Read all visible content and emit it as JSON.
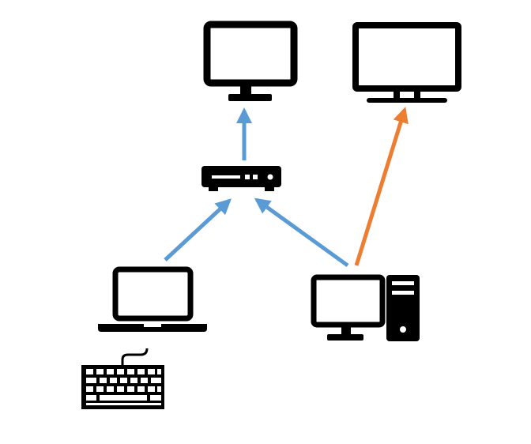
{
  "diagram": {
    "nodes": [
      {
        "id": "monitor-top",
        "icon": "monitor-icon"
      },
      {
        "id": "widescreen-display",
        "icon": "widescreen-monitor-icon"
      },
      {
        "id": "switch-box",
        "icon": "kvm-switch-icon"
      },
      {
        "id": "laptop",
        "icon": "laptop-icon"
      },
      {
        "id": "keyboard",
        "icon": "keyboard-icon"
      },
      {
        "id": "desktop-pc",
        "icon": "desktop-computer-icon"
      }
    ],
    "edges": [
      {
        "from": "switch-box",
        "to": "monitor-top",
        "color": "#5B9BD5"
      },
      {
        "from": "laptop",
        "to": "switch-box",
        "color": "#5B9BD5"
      },
      {
        "from": "desktop-pc",
        "to": "switch-box",
        "color": "#5B9BD5"
      },
      {
        "from": "desktop-pc",
        "to": "widescreen-display",
        "color": "#ED7D31"
      }
    ],
    "colors": {
      "icon": "#000000",
      "blue_arrow": "#5B9BD5",
      "orange_arrow": "#ED7D31",
      "background": "#ffffff"
    }
  }
}
